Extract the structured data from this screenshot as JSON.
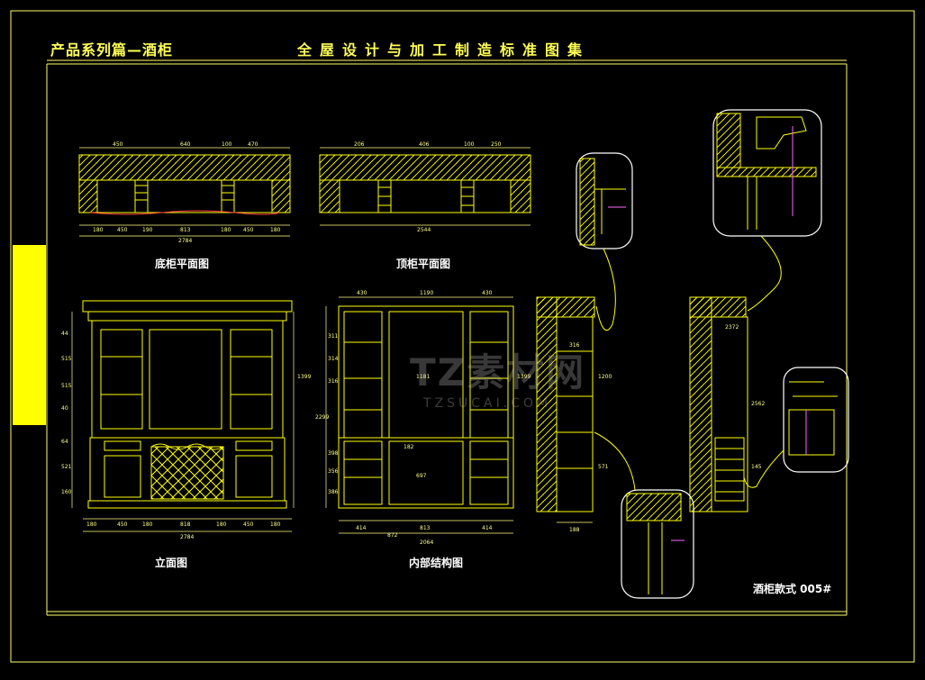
{
  "header": {
    "series_title": "产品系列篇—酒柜",
    "collection_title": "全屋设计与加工制造标准图集"
  },
  "views": {
    "base_plan": "底柜平面图",
    "top_plan": "顶柜平面图",
    "elevation": "立面图",
    "internal": "内部结构图"
  },
  "model": {
    "label": "酒柜款式 005#"
  },
  "watermark": {
    "brand": "TZ素材网",
    "url": "TZSUCAI.COM"
  },
  "dimensions": {
    "base_plan_top": [
      "450",
      "640",
      "100",
      "470"
    ],
    "base_plan_bottom": [
      "180",
      "450",
      "190",
      "813",
      "180",
      "450",
      "180"
    ],
    "base_plan_total": "2784",
    "top_plan_top": [
      "206",
      "406",
      "100",
      "250"
    ],
    "top_plan_total": "2544",
    "elevation_bottom": [
      "180",
      "450",
      "180",
      "818",
      "180",
      "450",
      "180"
    ],
    "elevation_total": "2784",
    "elevation_left": [
      "44",
      "515",
      "515",
      "40",
      "64",
      "521",
      "160"
    ],
    "elevation_right": "1399",
    "internal_top": [
      "430",
      "1190",
      "430"
    ],
    "internal_bottom": [
      "414",
      "872",
      "813",
      "414"
    ],
    "internal_total": "2064",
    "internal_mid": [
      "1181",
      "182",
      "697",
      "1399"
    ],
    "internal_left": [
      "311",
      "314",
      "316",
      "2299",
      "398",
      "356",
      "386"
    ],
    "section1": [
      "316",
      "1200",
      "571",
      "188"
    ],
    "section2": [
      "2372",
      "2562",
      "145"
    ]
  },
  "colors": {
    "line": "#ffff00",
    "hatch": "#ffff00",
    "dim": "#ffff88",
    "red": "#ff4040",
    "cyan": "#00ffff",
    "magenta": "#ff66ff",
    "label": "#ffffff"
  }
}
